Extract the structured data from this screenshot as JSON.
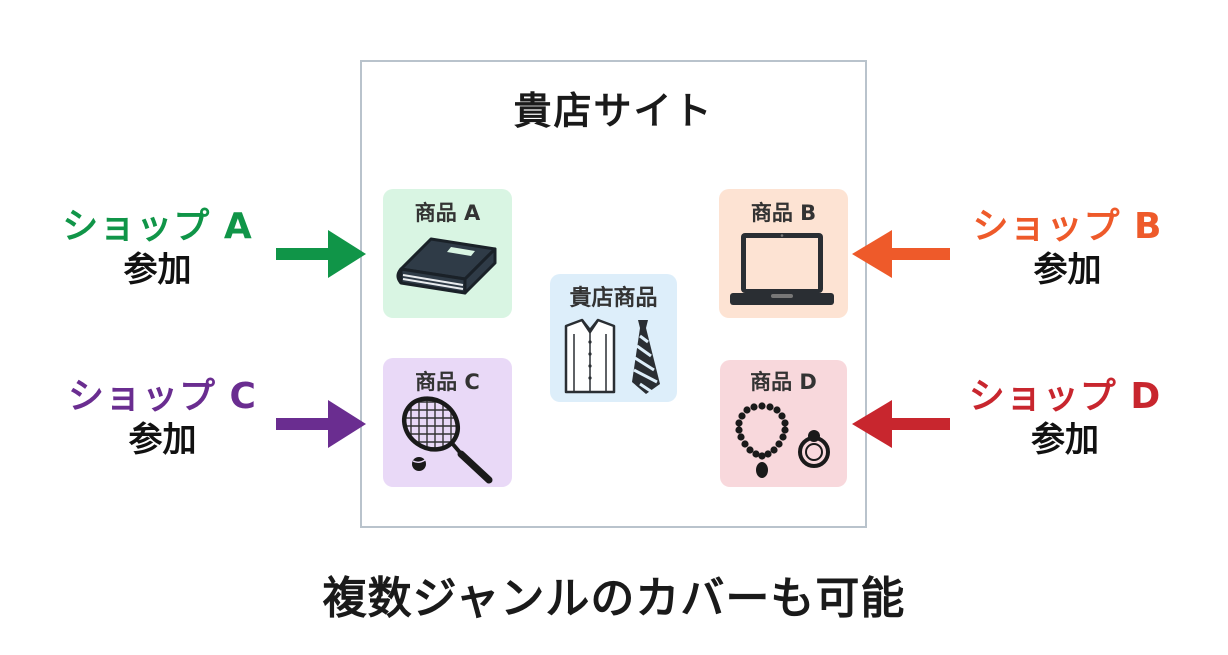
{
  "site": {
    "title": "貴店サイト"
  },
  "products": {
    "a": {
      "label": "商品 A",
      "icon": "book-icon",
      "bg": "#d9f5e3"
    },
    "b": {
      "label": "商品 B",
      "icon": "laptop-icon",
      "bg": "#fde3d3"
    },
    "c": {
      "label": "商品 C",
      "icon": "tennis-racket-icon",
      "bg": "#e9d9f7"
    },
    "d": {
      "label": "商品 D",
      "icon": "jewelry-icon",
      "bg": "#f8d8dc"
    },
    "store": {
      "label": "貴店商品",
      "icon": "shirt-tie-icon",
      "bg": "#ddeefa"
    }
  },
  "shops": [
    {
      "name": "ショップ A",
      "join": "参加",
      "color": "#109548"
    },
    {
      "name": "ショップ B",
      "join": "参加",
      "color": "#ee5a2a"
    },
    {
      "name": "ショップ C",
      "join": "参加",
      "color": "#6a2d90"
    },
    {
      "name": "ショップ D",
      "join": "参加",
      "color": "#c8262e"
    }
  ],
  "caption": "複数ジャンルのカバーも可能"
}
